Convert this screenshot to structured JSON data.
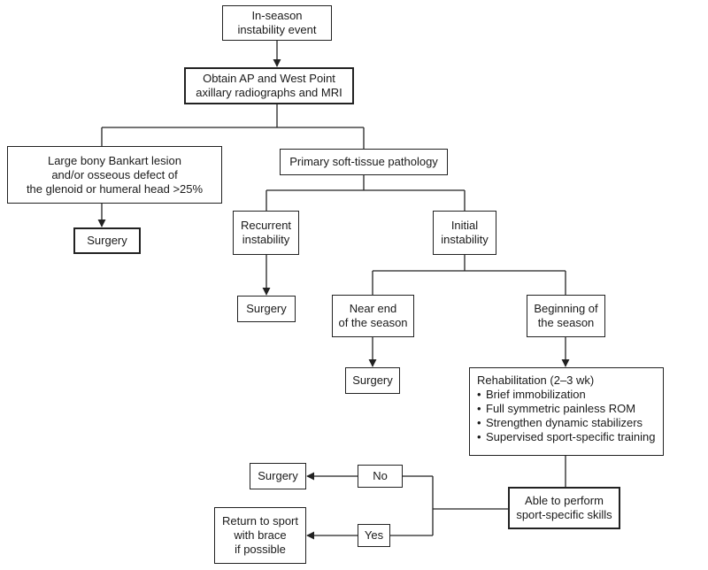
{
  "nodes": {
    "start": [
      "In-season",
      "instability event"
    ],
    "imaging": [
      "Obtain AP and West Point",
      "axillary radiographs and MRI"
    ],
    "bony": [
      "Large bony Bankart lesion",
      "and/or osseous defect of",
      "the glenoid or humeral head >25%"
    ],
    "soft": [
      "Primary soft-tissue pathology"
    ],
    "surgery_bony": [
      "Surgery"
    ],
    "recurrent": [
      "Recurrent",
      "instability"
    ],
    "initial": [
      "Initial",
      "instability"
    ],
    "surgery_recurrent": [
      "Surgery"
    ],
    "near_end": [
      "Near end",
      "of the season"
    ],
    "beginning": [
      "Beginning of",
      "the season"
    ],
    "surgery_near_end": [
      "Surgery"
    ],
    "rehab": {
      "title": "Rehabilitation (2–3 wk)",
      "bullet": "•",
      "items": [
        "Brief immobilization",
        "Full symmetric painless ROM",
        "Strengthen dynamic stabilizers",
        "Supervised sport-specific training"
      ]
    },
    "able": [
      "Able to perform",
      "sport-specific skills"
    ],
    "no": [
      "No"
    ],
    "yes": [
      "Yes"
    ],
    "surgery_final": [
      "Surgery"
    ],
    "return": [
      "Return to sport",
      "with brace",
      "if possible"
    ]
  }
}
